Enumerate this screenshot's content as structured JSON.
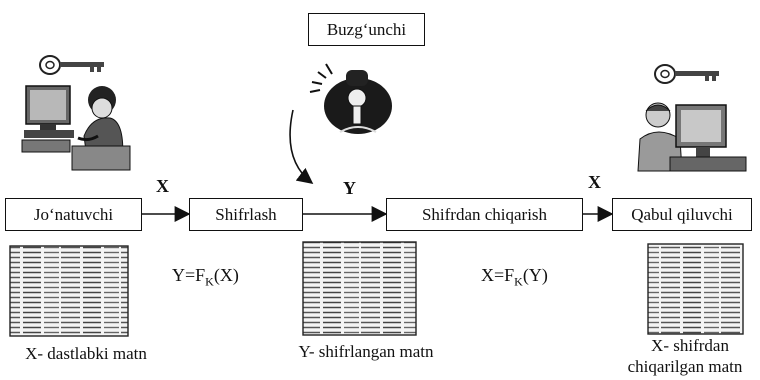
{
  "attacker": {
    "label": "Buzg‘unchi"
  },
  "nodes": [
    {
      "id": "sender",
      "label": "Jo‘natuvchi"
    },
    {
      "id": "encrypt",
      "label": "Shifrlash"
    },
    {
      "id": "decrypt",
      "label": "Shifrdan chiqarish"
    },
    {
      "id": "receiver",
      "label": "Qabul qiluvchi"
    }
  ],
  "arrow_labels": {
    "x1": "X",
    "y": "Y",
    "x2": "X"
  },
  "formulas": {
    "encrypt": {
      "left": "Y=F",
      "sub": "K",
      "right": "(X)"
    },
    "decrypt": {
      "left": "X=F",
      "sub": "K",
      "right": "(Y)"
    }
  },
  "captions": {
    "plain": "X- dastlabki matn",
    "cipher": "Y- shifrlangan matn",
    "decrypted_line1": "X- shifrdan",
    "decrypted_line2": "chiqarilgan matn"
  },
  "icons": [
    "key-icon",
    "computer-user-icon",
    "bomb-icon",
    "document-icon"
  ]
}
